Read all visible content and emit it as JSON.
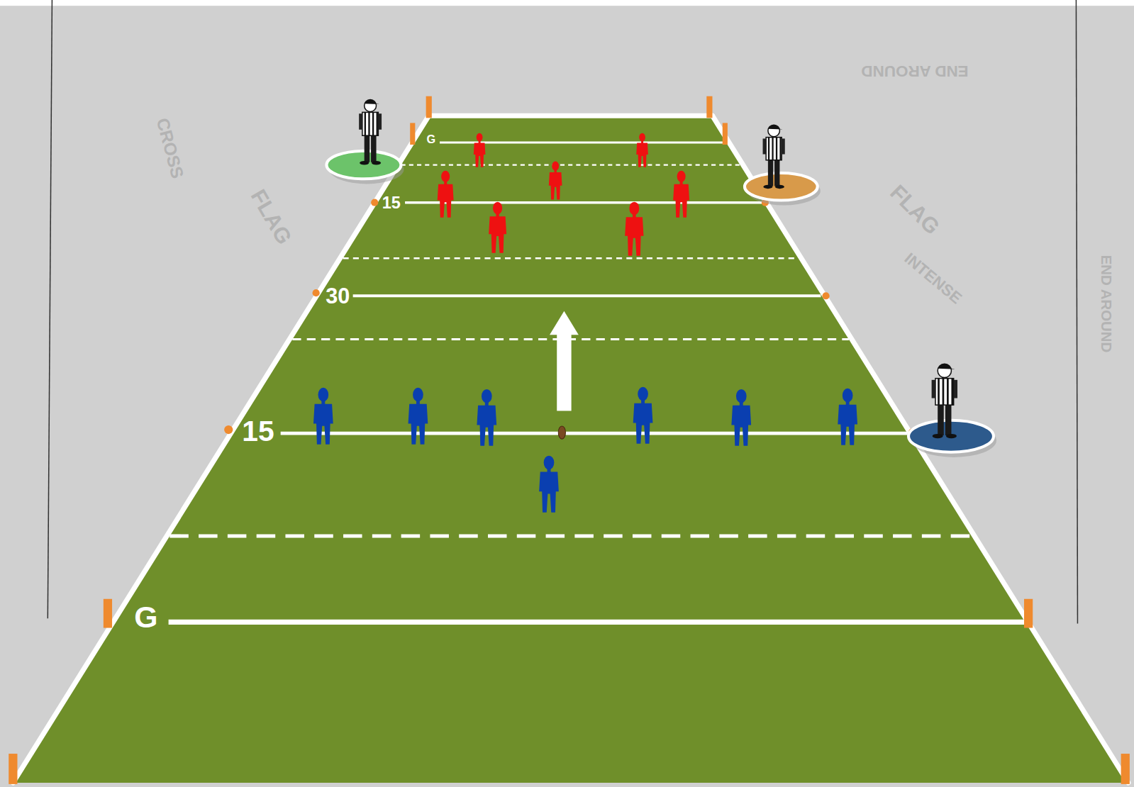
{
  "diagram": {
    "labels": [
      "G",
      "15",
      "30",
      "15",
      "G",
      "FLAG",
      "FLAG",
      "CROSS",
      "END AROUND",
      "INTENSE",
      "END AROUND"
    ]
  }
}
